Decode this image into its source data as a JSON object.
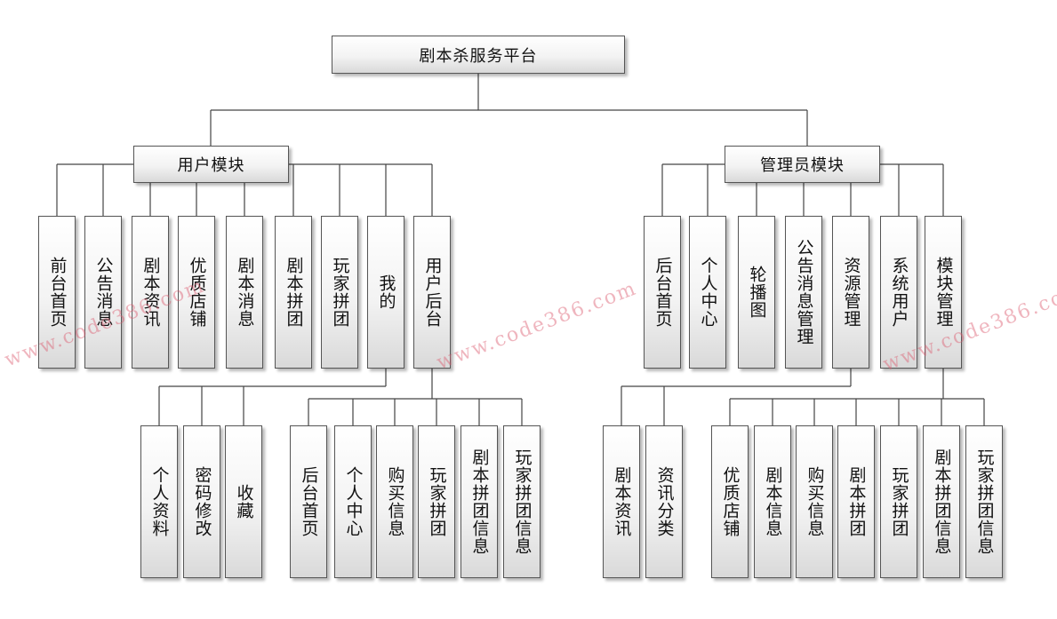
{
  "root": {
    "label": "剧本杀服务平台"
  },
  "user_module": {
    "label": "用户模块",
    "children": [
      "前台首页",
      "公告消息",
      "剧本资讯",
      "优质店铺",
      "剧本消息",
      "剧本拼团",
      "玩家拼团",
      "我的",
      "用户后台"
    ],
    "mine_children": [
      "个人资料",
      "密码修改",
      "收藏"
    ],
    "backend_children": [
      "后台首页",
      "个人中心",
      "购买信息",
      "玩家拼团",
      "剧本拼团信息",
      "玩家拼团信息"
    ]
  },
  "admin_module": {
    "label": "管理员模块",
    "children": [
      "后台首页",
      "个人中心",
      "轮播图",
      "公告消息管理",
      "资源管理",
      "系统用户",
      "模块管理"
    ],
    "resource_children": [
      "剧本资讯",
      "资讯分类"
    ],
    "module_children": [
      "优质店铺",
      "剧本信息",
      "购买信息",
      "剧本拼团",
      "玩家拼团",
      "剧本拼团信息",
      "玩家拼团信息"
    ]
  },
  "watermarks": [
    "www.code386.com",
    "www.code386.com",
    "www.code386.com"
  ]
}
